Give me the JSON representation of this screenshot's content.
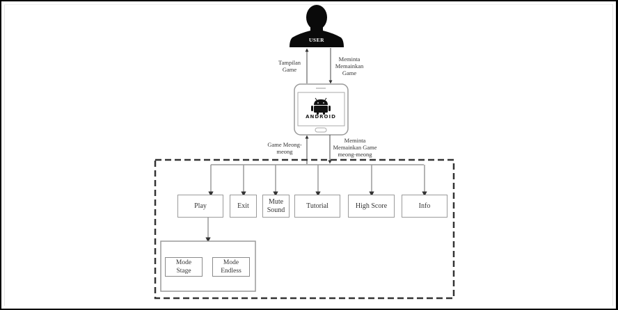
{
  "diagram": {
    "actor": {
      "label": "USER",
      "icon": "user-silhouette-icon"
    },
    "device": {
      "icon": "smartphone-icon",
      "logo_icon": "android-robot-icon",
      "logo_text": "ANDROID"
    },
    "flows": {
      "device_to_user": "Tampilan\nGame",
      "device_to_user_lines": [
        "Tampilan",
        "Game"
      ],
      "user_to_device_lines": [
        "Meminta",
        "Memainkan",
        "Game"
      ],
      "system_to_device_lines": [
        "Game Meong-",
        "meong"
      ],
      "device_to_system_lines": [
        "Meminta",
        "Memainkan Game",
        "meong-meong"
      ]
    },
    "system": {
      "menu_items": [
        {
          "id": "play",
          "lines": [
            "Play"
          ]
        },
        {
          "id": "exit",
          "lines": [
            "Exit"
          ]
        },
        {
          "id": "mute-sound",
          "lines": [
            "Mute",
            "Sound"
          ]
        },
        {
          "id": "tutorial",
          "lines": [
            "Tutorial"
          ]
        },
        {
          "id": "high-score",
          "lines": [
            "High Score"
          ]
        },
        {
          "id": "info",
          "lines": [
            "Info"
          ]
        }
      ],
      "play_modes": [
        {
          "id": "mode-stage",
          "lines": [
            "Mode",
            "Stage"
          ]
        },
        {
          "id": "mode-endless",
          "lines": [
            "Mode",
            "Endless"
          ]
        }
      ]
    },
    "colors": {
      "frame": "#000000",
      "dashed_border": "#333333",
      "connector": "#9a9a9a",
      "box_border": "#9a9a9a",
      "silhouette": "#0a0a0a"
    }
  }
}
